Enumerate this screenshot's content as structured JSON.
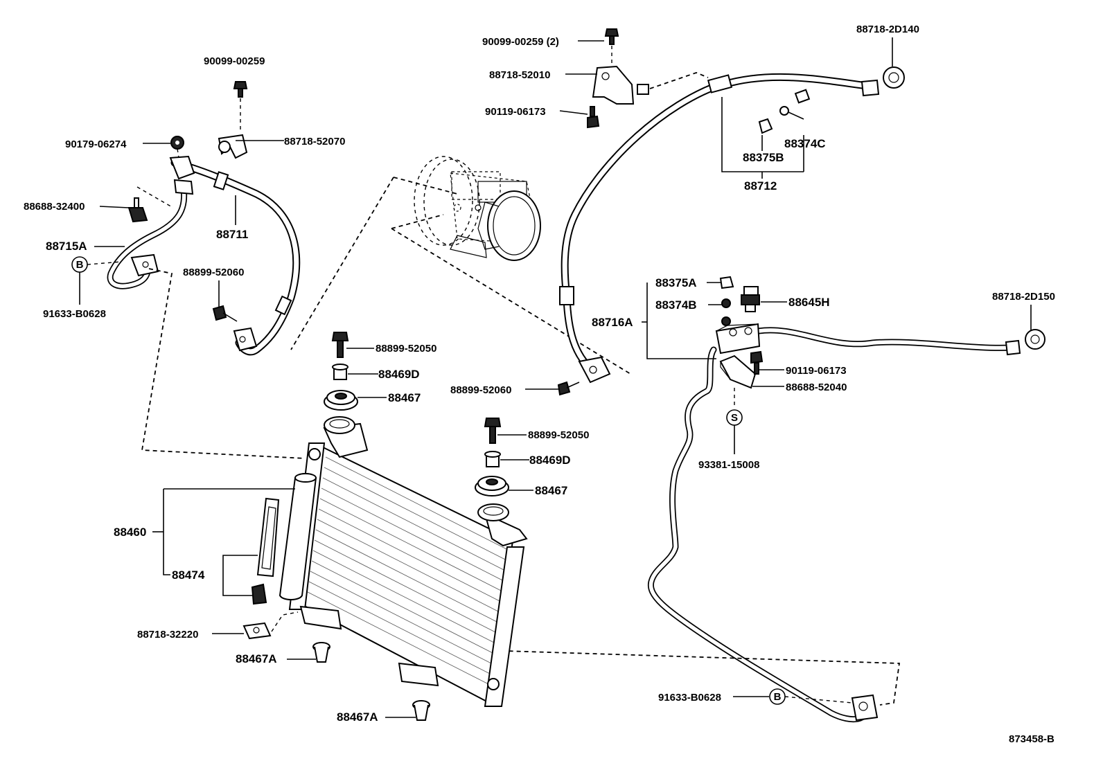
{
  "diagram_ref": "873458-B",
  "labels": {
    "bolt_90099_00259": "90099-00259",
    "bolt_90099_00259_2": "90099-00259 (2)",
    "clamp_88718_52010": "88718-52010",
    "bolt_90119_06173_top": "90119-06173",
    "clamp_88718_2d140": "88718-2D140",
    "oring_88374c": "88374C",
    "oring_88375b": "88375B",
    "hose_88712": "88712",
    "nut_90179_06274": "90179-06274",
    "clamp_88718_52070": "88718-52070",
    "clip_88688_32400": "88688-32400",
    "hose_88711": "88711",
    "pipe_88715a": "88715A",
    "ref_b_left": "B",
    "bolt_91633_b0628_left": "91633-B0628",
    "bolt_88899_52060_left": "88899-52060",
    "bolt_88899_52050_a": "88899-52050",
    "collar_88469d_a": "88469D",
    "cushion_88467_a": "88467",
    "bolt_88899_52060_mid": "88899-52060",
    "bolt_88899_52050_b": "88899-52050",
    "collar_88469d_b": "88469D",
    "cushion_88467_b": "88467",
    "condenser_88460": "88460",
    "filter_88474": "88474",
    "clamp_88718_32220": "88718-32220",
    "cushion_88467a_a": "88467A",
    "cushion_88467a_b": "88467A",
    "oring_88375a": "88375A",
    "oring_88374b": "88374B",
    "switch_88645h": "88645H",
    "pipe_88716a": "88716A",
    "clamp_88718_2d150": "88718-2D150",
    "bolt_90119_06173_right": "90119-06173",
    "clamp_88688_52040": "88688-52040",
    "ref_s": "S",
    "sealer_93381_15008": "93381-15008",
    "bolt_91633_b0628_right": "91633-B0628",
    "ref_b_right": "B"
  }
}
